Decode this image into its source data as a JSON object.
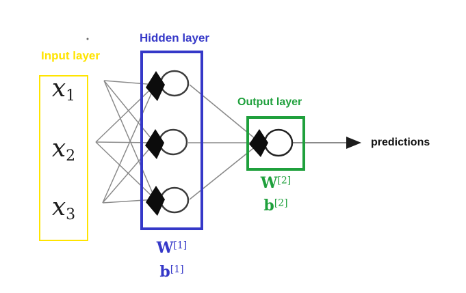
{
  "colors": {
    "yellow": "#FFE400",
    "blue": "#3538C8",
    "green": "#1FA03C",
    "line": "#8a8a8a",
    "ink": "#111111"
  },
  "diagram": {
    "type": "neural-network",
    "input_layer": {
      "label": "Input layer",
      "variables": [
        {
          "base": "x",
          "sub": "1"
        },
        {
          "base": "x",
          "sub": "2"
        },
        {
          "base": "x",
          "sub": "3"
        }
      ]
    },
    "hidden_layer": {
      "label": "Hidden layer",
      "neuron_count": 3,
      "weights": {
        "base": "W",
        "sup": "[1]"
      },
      "bias": {
        "base": "b",
        "sup": "[1]"
      }
    },
    "output_layer": {
      "label": "Output layer",
      "neuron_count": 1,
      "weights": {
        "base": "W",
        "sup": "[2]"
      },
      "bias": {
        "base": "b",
        "sup": "[2]"
      }
    },
    "output_annotation": "predictions"
  }
}
